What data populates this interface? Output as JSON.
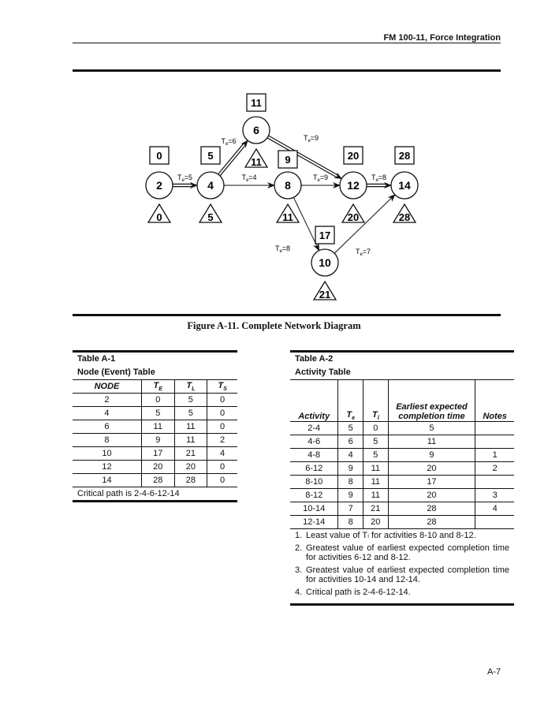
{
  "header": {
    "title": "FM 100-11, Force Integration"
  },
  "figure": {
    "caption": "Figure A-11. Complete Network Diagram",
    "nodes": [
      {
        "id": "2",
        "te": "0",
        "tl": "0"
      },
      {
        "id": "4",
        "te": "5",
        "tl": "5"
      },
      {
        "id": "6",
        "te": "11",
        "tl": "11"
      },
      {
        "id": "8",
        "te": "9",
        "tl": "11"
      },
      {
        "id": "12",
        "te": "20",
        "tl": "20"
      },
      {
        "id": "14",
        "te": "28",
        "tl": "28"
      },
      {
        "id": "10",
        "te": "17",
        "tl": "21"
      }
    ],
    "edges": [
      {
        "from": "2",
        "to": "4",
        "label": "5",
        "critical": true
      },
      {
        "from": "4",
        "to": "6",
        "label": "6",
        "critical": true
      },
      {
        "from": "4",
        "to": "8",
        "label": "4",
        "critical": false
      },
      {
        "from": "6",
        "to": "12",
        "label": "9",
        "critical": true
      },
      {
        "from": "8",
        "to": "12",
        "label": "9",
        "critical": false
      },
      {
        "from": "12",
        "to": "14",
        "label": "8",
        "critical": true
      },
      {
        "from": "8",
        "to": "10",
        "label": "8",
        "critical": false
      },
      {
        "from": "10",
        "to": "14",
        "label": "7",
        "critical": false
      }
    ]
  },
  "table1": {
    "number": "Table A-1",
    "title": "Node (Event) Table",
    "headers": [
      "NODE",
      "T",
      "T",
      "T"
    ],
    "header_subs": [
      "",
      "E",
      "L",
      "S"
    ],
    "rows": [
      [
        "2",
        "0",
        "5",
        "0"
      ],
      [
        "4",
        "5",
        "5",
        "0"
      ],
      [
        "6",
        "11",
        "11",
        "0"
      ],
      [
        "8",
        "9",
        "11",
        "2"
      ],
      [
        "10",
        "17",
        "21",
        "4"
      ],
      [
        "12",
        "20",
        "20",
        "0"
      ],
      [
        "14",
        "28",
        "28",
        "0"
      ]
    ],
    "footer": "Critical path is 2-4-6-12-14"
  },
  "table2": {
    "number": "Table A-2",
    "title": "Activity Table",
    "headers": [
      "Activity",
      "T",
      "T",
      "Earliest expected completion time",
      "Notes"
    ],
    "header_subs": [
      "",
      "e",
      "l",
      "",
      ""
    ],
    "rows": [
      [
        "2-4",
        "5",
        "0",
        "5",
        ""
      ],
      [
        "4-6",
        "6",
        "5",
        "11",
        ""
      ],
      [
        "4-8",
        "4",
        "5",
        "9",
        "1"
      ],
      [
        "6-12",
        "9",
        "11",
        "20",
        "2"
      ],
      [
        "8-10",
        "8",
        "11",
        "17",
        ""
      ],
      [
        "8-12",
        "9",
        "11",
        "20",
        "3"
      ],
      [
        "10-14",
        "7",
        "21",
        "28",
        "4"
      ],
      [
        "12-14",
        "8",
        "20",
        "28",
        ""
      ]
    ],
    "notes": [
      {
        "n": "1.",
        "text": "Least value of Tₗ for activities 8-10 and 8-12."
      },
      {
        "n": "2.",
        "text": "Greatest value of earliest expected completion time for activities 6-12 and 8-12."
      },
      {
        "n": "3.",
        "text": "Greatest value of earliest expected completion time for activities 10-14 and 12-14."
      },
      {
        "n": "4.",
        "text": "Critical path is 2-4-6-12-14."
      }
    ]
  },
  "page_number": "A-7"
}
